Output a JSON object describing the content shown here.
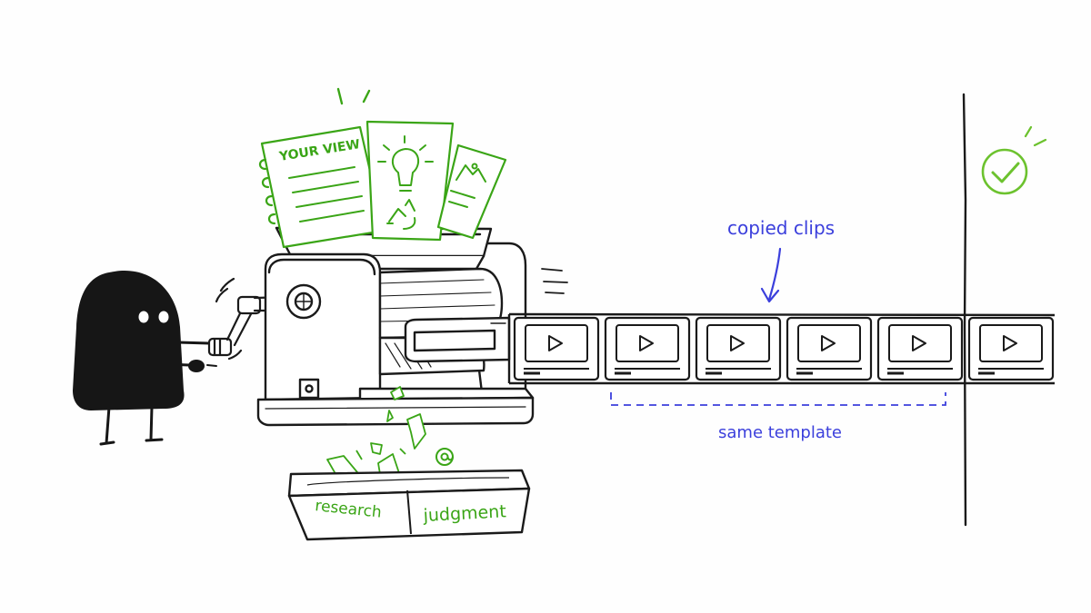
{
  "papers": {
    "notebook_heading": "YOUR VIEW"
  },
  "labels": {
    "copied_clips": "copied clips",
    "same_template": "same template",
    "tray_left": "research",
    "tray_right": "judgment"
  },
  "film": {
    "clip_count": 6
  },
  "colors": {
    "ink": "#1a1a1a",
    "green": "#3aa516",
    "blue": "#3b3fdc",
    "check_green": "#6cc22e"
  },
  "icons": [
    "lightbulb-icon",
    "recycle-icon",
    "image-icon",
    "play-icon",
    "check-circle-icon",
    "at-sign-icon"
  ]
}
